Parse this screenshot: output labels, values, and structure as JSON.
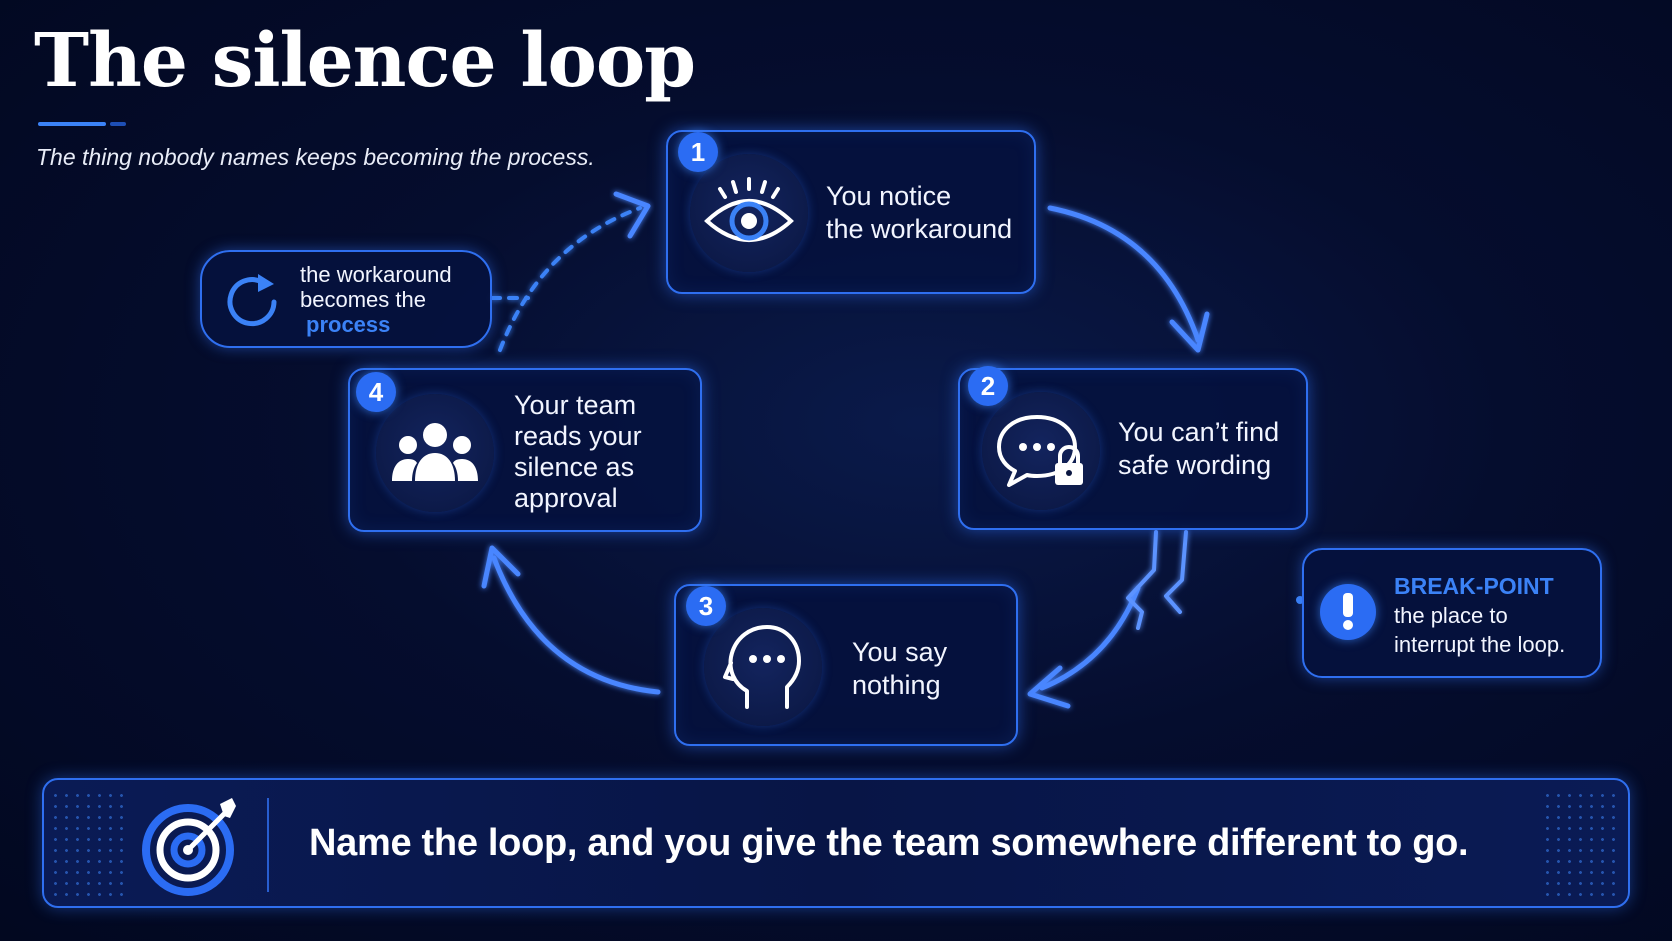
{
  "header": {
    "title": "The silence loop",
    "subtitle": "The thing nobody names keeps becoming the process."
  },
  "steps": [
    {
      "number": "1",
      "text": "You notice\nthe workaround",
      "icon": "eye-icon"
    },
    {
      "number": "2",
      "text": "You can’t find\nsafe wording",
      "icon": "locked-chat-icon"
    },
    {
      "number": "3",
      "text": "You say\nnothing",
      "icon": "thinking-head-icon"
    },
    {
      "number": "4",
      "text": "Your team\nreads your\nsilence as\napproval",
      "icon": "team-icon"
    }
  ],
  "loop_note": {
    "line1": "the workaround",
    "line2": "becomes the",
    "highlight": "process",
    "icon": "refresh-icon"
  },
  "break_point": {
    "label": "BREAK-POINT",
    "line1": "the place to",
    "line2": "interrupt the loop.",
    "icon": "exclamation-icon"
  },
  "footer": {
    "message": "Name the loop, and you give the team somewhere different to go.",
    "icon": "target-icon"
  },
  "colors": {
    "background": "#050d2e",
    "accent": "#2f6ff0",
    "highlight": "#3b82f6",
    "text": "#ffffff"
  }
}
